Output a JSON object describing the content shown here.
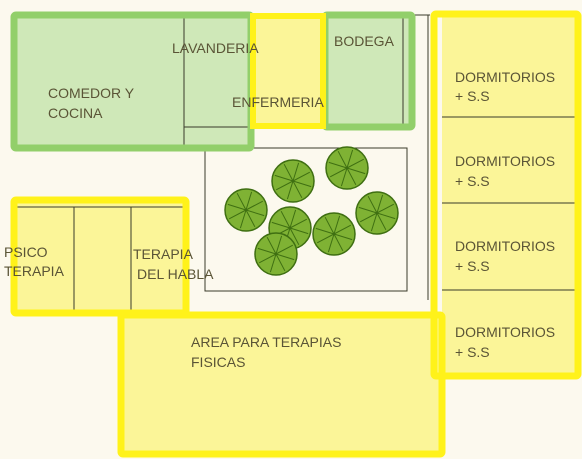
{
  "colors": {
    "background": "#fcf9ee",
    "zone_fill": "#fbf598",
    "zone_border": "#fff21a",
    "green_fill": "#cfe8b8",
    "green_border": "#92cf6a",
    "wall": "#3a3a2a",
    "tree_fill": "#7fb234",
    "tree_dark": "#3f6f12"
  },
  "rooms": {
    "comedor_l1": "COMEDOR Y",
    "comedor_l2": "COCINA",
    "lavanderia": "LAVANDERIA",
    "enfermeria": "ENFERMERIA",
    "bodega": "BODEGA",
    "dormitorios_l1": "DORMITORIOS",
    "dormitorios_l2": "+ S.S",
    "psico_l1": "PSICO",
    "psico_l2": "TERAPIA",
    "terapia_habla_l1": "TERAPIA",
    "terapia_habla_l2": "DEL HABLA",
    "terapias_fisicas_l1": "AREA PARA TERAPIAS",
    "terapias_fisicas_l2": "FISICAS"
  }
}
